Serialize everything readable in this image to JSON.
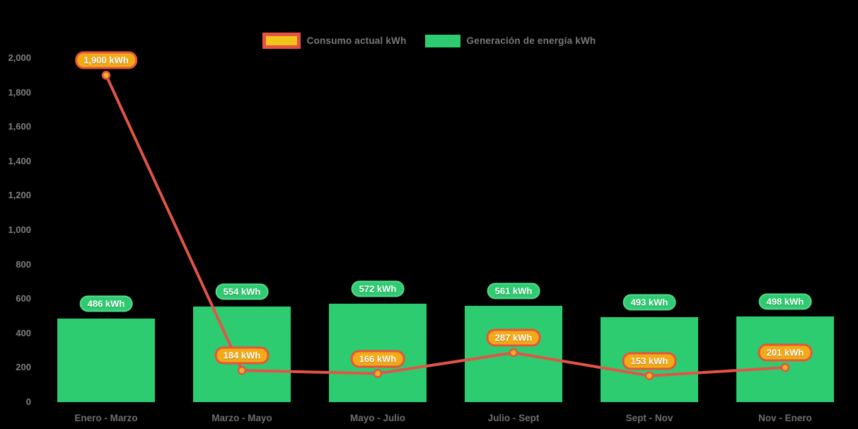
{
  "chart_data": {
    "type": "bar",
    "subtype": "bar-and-line-combo",
    "background": "#000000",
    "grid": false,
    "categories": [
      "Enero - Marzo",
      "Marzo - Mayo",
      "Mayo - Julio",
      "Julio - Sept",
      "Sept - Nov",
      "Nov - Enero"
    ],
    "series": [
      {
        "name": "Consumo actual kWh",
        "type": "line",
        "values": [
          1900,
          184,
          166,
          287,
          153,
          201
        ],
        "point_labels": [
          "1,900 kWh",
          "184 kWh",
          "166 kWh",
          "287 kWh",
          "153 kWh",
          "201 kWh"
        ],
        "line_color": "#e25449",
        "point_fill": "#f3b01c"
      },
      {
        "name": "Generación de energía kWh",
        "type": "bar",
        "values": [
          486,
          554,
          572,
          561,
          493,
          498
        ],
        "point_labels": [
          "486 kWh",
          "554 kWh",
          "572 kWh",
          "561 kWh",
          "493 kWh",
          "498 kWh"
        ],
        "bar_color": "#2ecc71"
      }
    ],
    "y_axis": {
      "range": [
        0,
        2000
      ],
      "tick_values": [
        0,
        200,
        400,
        600,
        800,
        1000,
        1200,
        1400,
        1600,
        1800,
        2000
      ],
      "tick_labels": [
        "0",
        "200",
        "400",
        "600",
        "800",
        "1,000",
        "1,200",
        "1,400",
        "1,600",
        "1,800",
        "2,000"
      ]
    },
    "legend": {
      "position": "top-center",
      "items": [
        {
          "label": "Consumo actual kWh",
          "swatch_fill": "#f0c419",
          "swatch_border": "#e65243"
        },
        {
          "label": "Generación de energía kWh",
          "swatch_fill": "#2ecc71"
        }
      ]
    },
    "badge_colors": {
      "bar_badge_bg": "#2ecc71",
      "bar_badge_border": "#55da8c",
      "line_badge_bg": "#f3ab15",
      "line_badge_border": "#e8533c",
      "badge_text": "#ffffff"
    },
    "axis_text_color": "#7f7f7f"
  }
}
